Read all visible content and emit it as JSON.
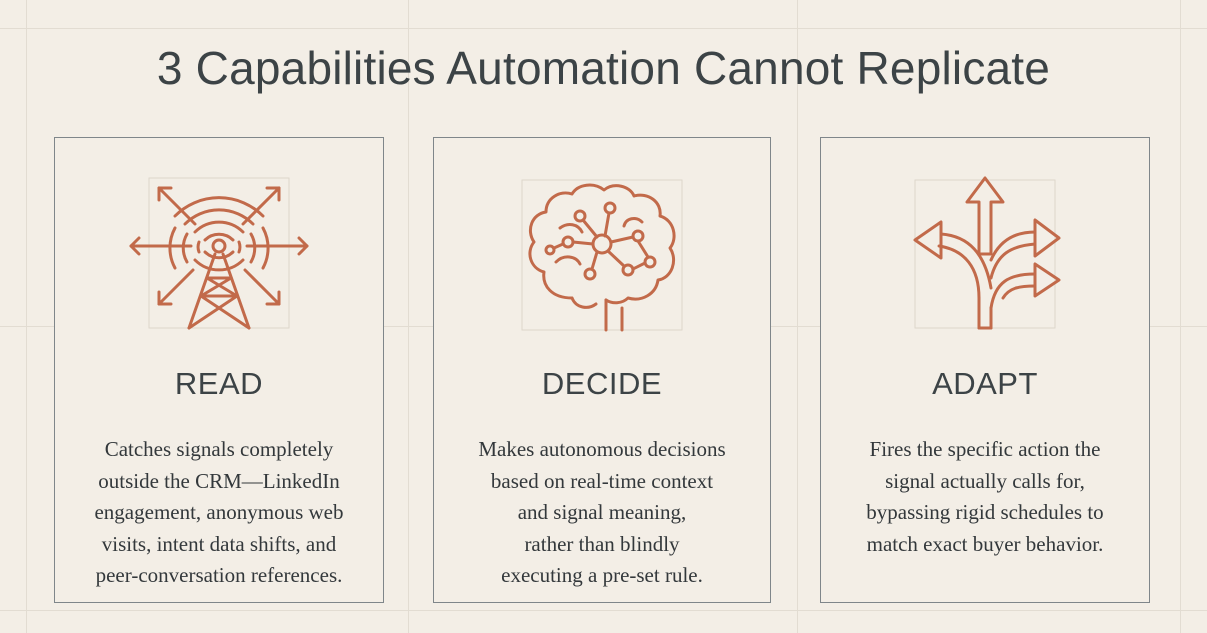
{
  "title": "3 Capabilities Automation Cannot Replicate",
  "colors": {
    "accent": "#c26a4a",
    "background": "#f3eee6",
    "text": "#3c4346",
    "border": "#7f868a"
  },
  "cards": [
    {
      "icon": "signal-tower-icon",
      "heading": "READ",
      "body": [
        "Catches signals completely",
        "outside the CRM—LinkedIn",
        "engagement, anonymous web",
        "visits, intent data shifts, and",
        "peer-conversation references."
      ]
    },
    {
      "icon": "brain-network-icon",
      "heading": "DECIDE",
      "body": [
        "Makes autonomous decisions",
        "based on real-time context",
        "and signal meaning,",
        "rather than blindly",
        "executing a pre-set rule."
      ]
    },
    {
      "icon": "branching-arrows-icon",
      "heading": "ADAPT",
      "body": [
        "Fires the specific action the",
        "signal actually calls for,",
        "bypassing rigid schedules to",
        "match exact buyer behavior."
      ]
    }
  ]
}
